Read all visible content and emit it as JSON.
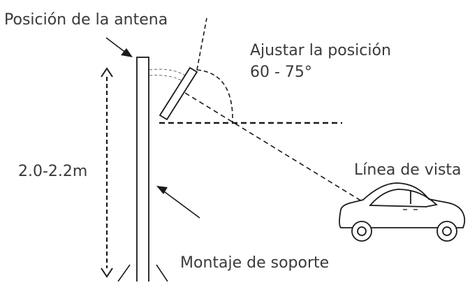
{
  "diagram": {
    "labels": {
      "antenna_position": "Posición de la antena",
      "adjust_position": "Ajustar la posición",
      "angle_range": "60 - 75°",
      "height": "2.0-2.2m",
      "line_of_sight": "Línea de vista",
      "mount": "Montaje de soporte"
    },
    "colors": {
      "ink": "#1a1a1a",
      "text": "#3a3a3a",
      "background": "#ffffff"
    }
  }
}
